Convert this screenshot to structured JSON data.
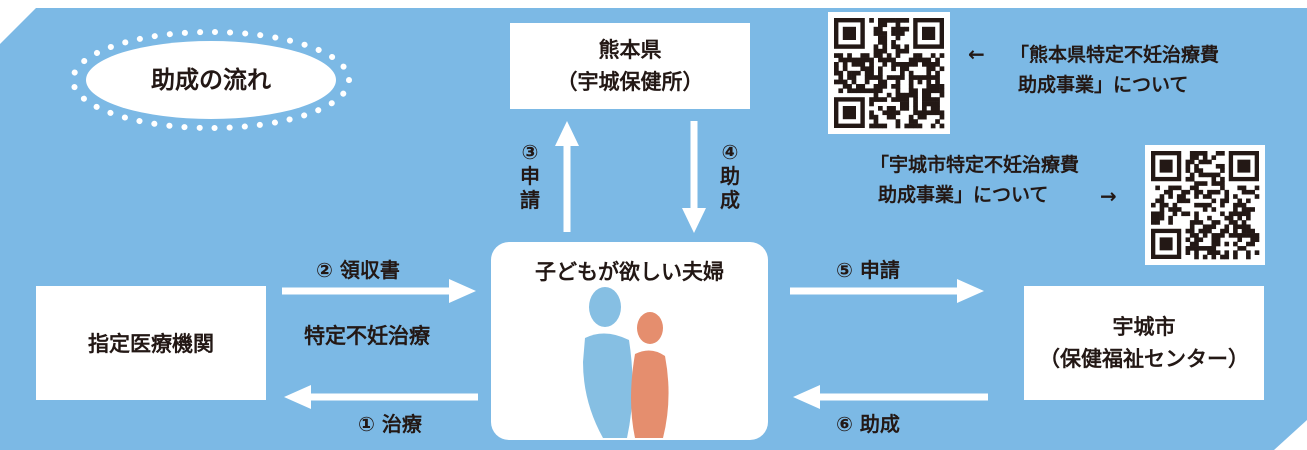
{
  "title": "助成の流れ",
  "nodes": {
    "kumamoto": {
      "line1": "熊本県",
      "line2": "（宇城保健所）"
    },
    "couple": {
      "label": "子どもが欲しい夫婦"
    },
    "clinic": {
      "label": "指定医療機関"
    },
    "uki_city": {
      "line1": "宇城市",
      "line2": "（保健福祉センター）"
    }
  },
  "flows": {
    "step1": {
      "num": "①",
      "label": "治療"
    },
    "step2": {
      "num": "②",
      "label": "領収書"
    },
    "step2_sub": "特定不妊治療",
    "step3": {
      "num": "③",
      "c1": "申",
      "c2": "請"
    },
    "step4": {
      "num": "④",
      "c1": "助",
      "c2": "成"
    },
    "step5": {
      "num": "⑤",
      "label": "申請"
    },
    "step6": {
      "num": "⑥",
      "label": "助成"
    }
  },
  "links": {
    "pref": {
      "arrow": "←",
      "line1": "「熊本県特定不妊治療費",
      "line2": "助成事業」について"
    },
    "city": {
      "arrow": "→",
      "line1": "「宇城市特定不妊治療費",
      "line2": "助成事業」について"
    }
  },
  "colors": {
    "background": "#7cb9e5",
    "box": "#ffffff",
    "text": "#231815",
    "person_blue": "#86bfe3",
    "person_orange": "#e58e6e"
  }
}
